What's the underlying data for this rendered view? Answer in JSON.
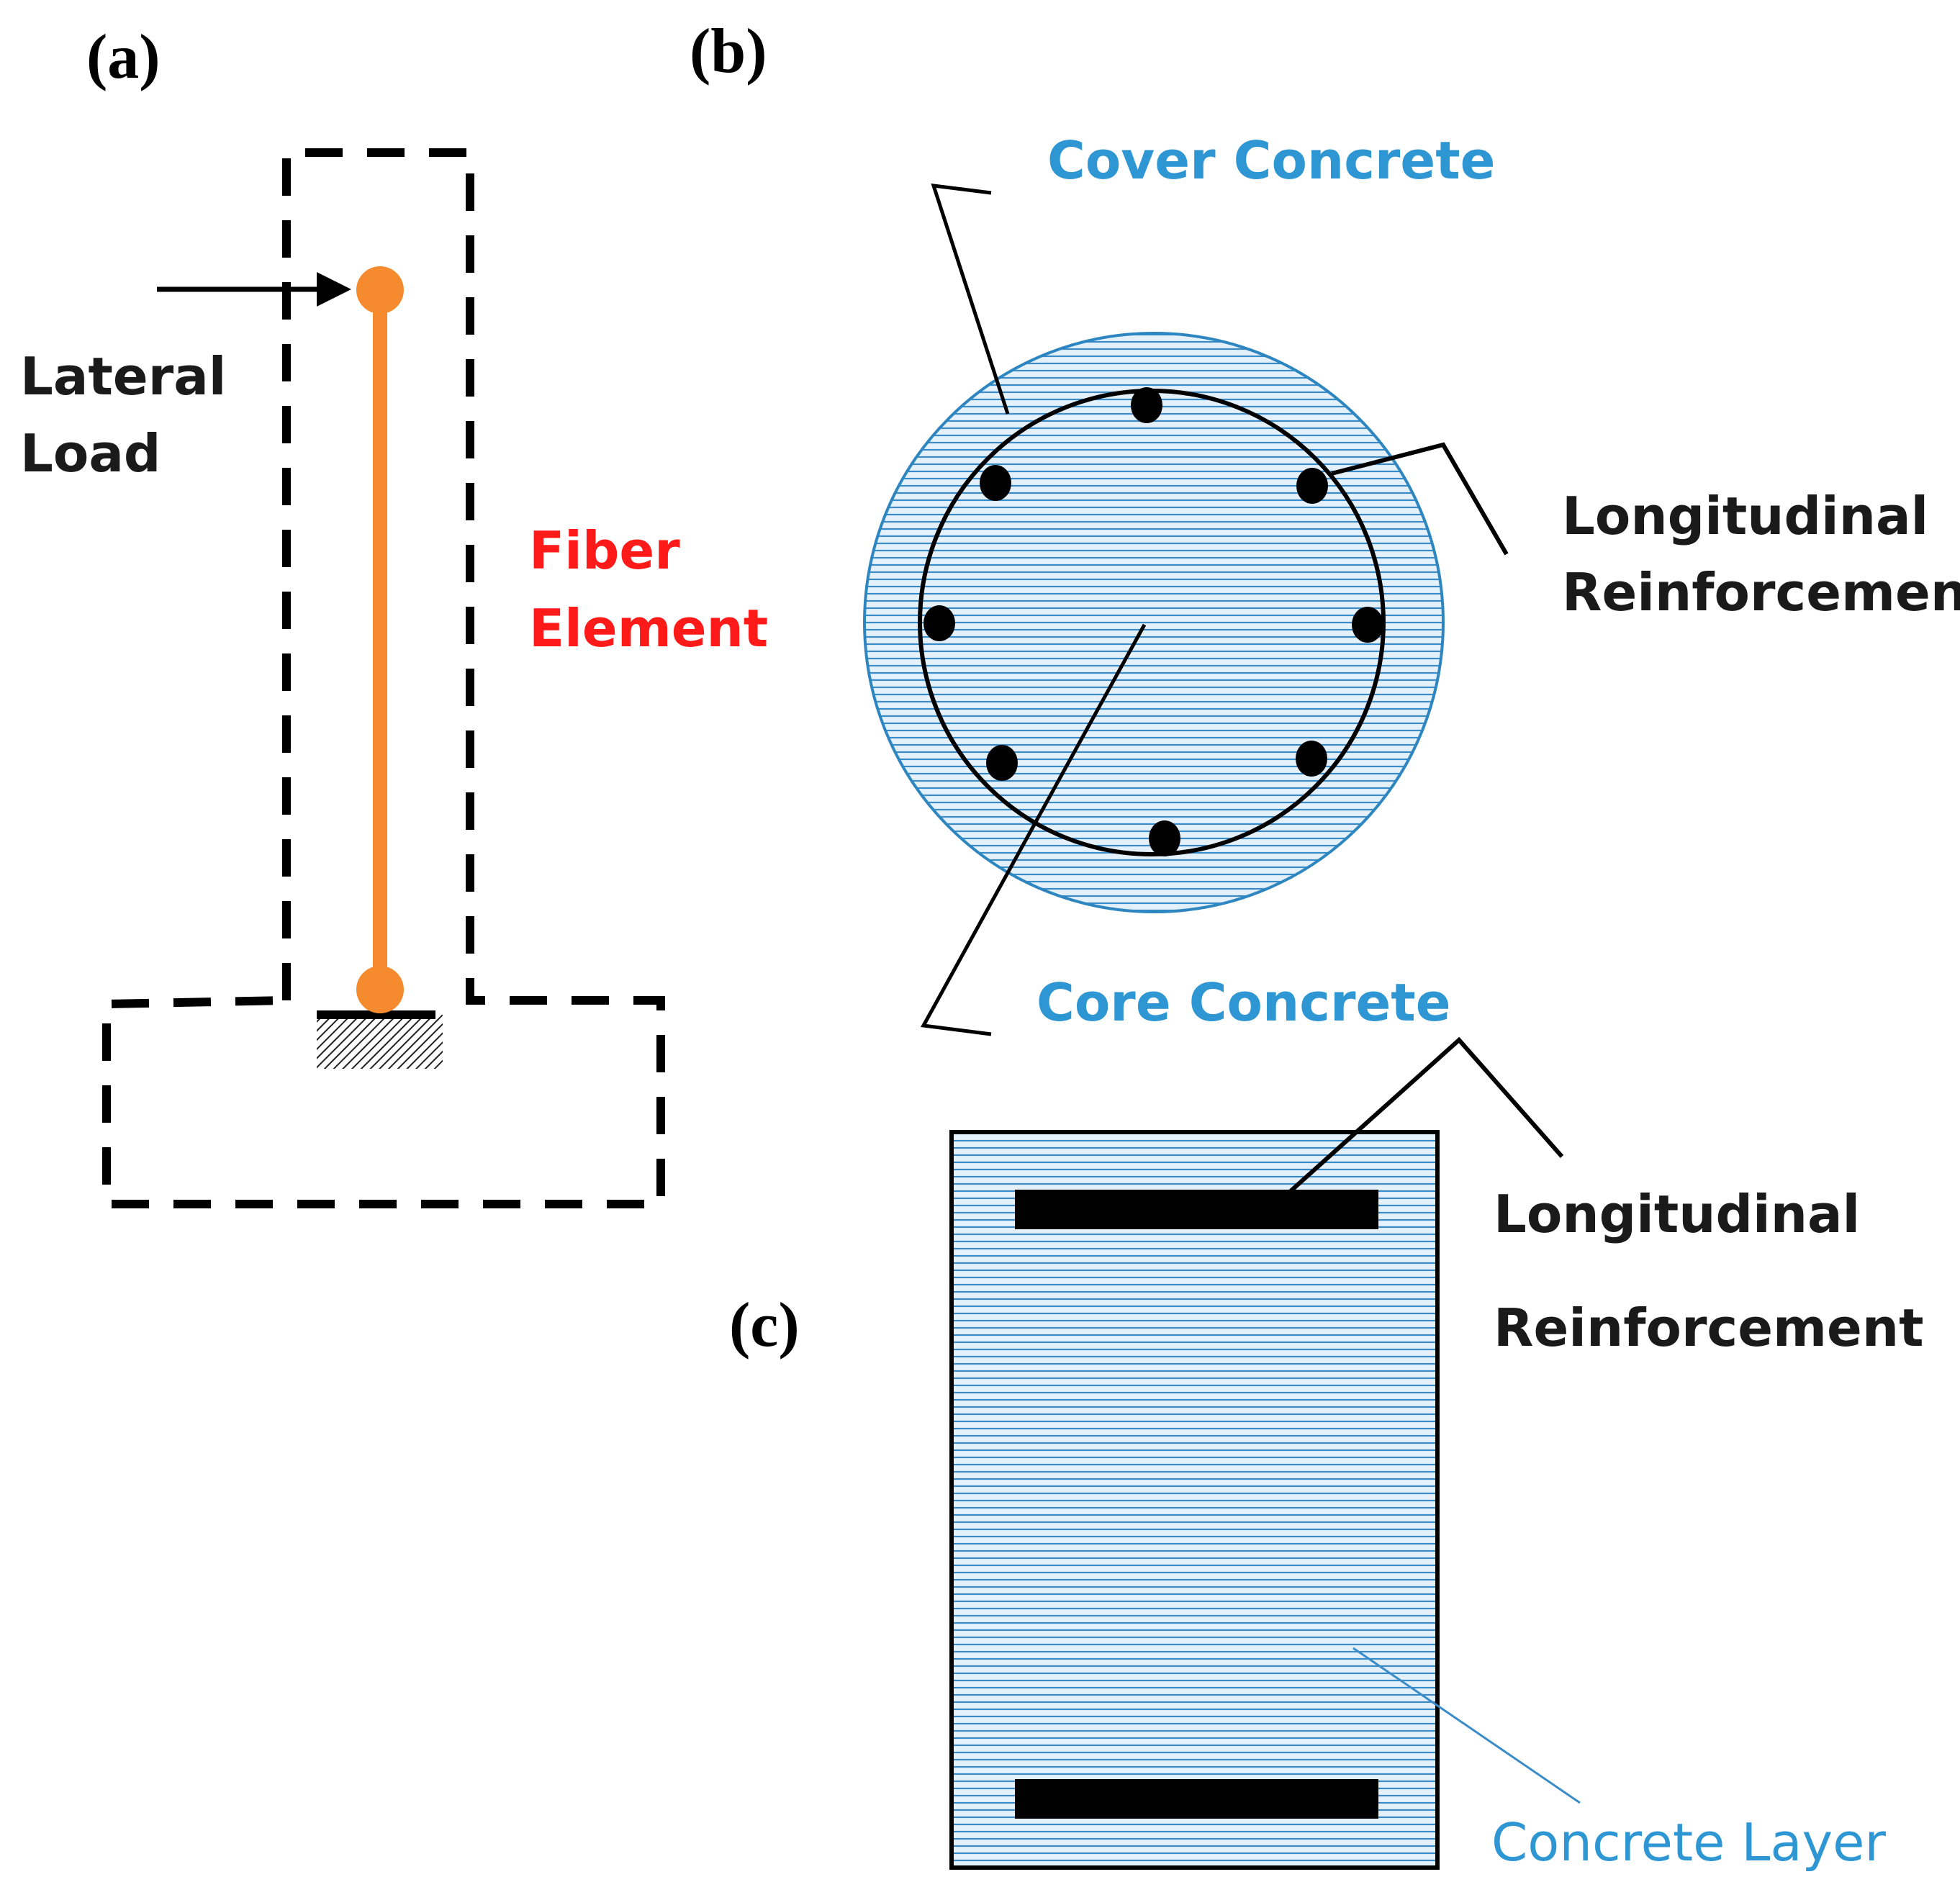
{
  "panels": {
    "a": {
      "label": "(a)",
      "lateral_load": [
        "Lateral",
        "Load"
      ],
      "fiber_element": [
        "Fiber",
        "Element"
      ]
    },
    "b": {
      "label": "(b)",
      "cover_concrete": "Cover Concrete",
      "core_concrete": "Core Concrete",
      "longitudinal_reinforcement": [
        "Longitudinal",
        "Reinforcement"
      ]
    },
    "c": {
      "label": "(c)",
      "longitudinal_reinforcement": [
        "Longitudinal",
        "Reinforcement"
      ],
      "concrete_layer": "Concrete Layer"
    }
  },
  "colors": {
    "fiber_element": "#F58A2E",
    "fiber_label": "#FF1A1A",
    "concrete_label": "#2E97D3",
    "hatch_line": "#3A8CC8",
    "section_fill": "#E4F1FA",
    "outline": "#000000"
  }
}
